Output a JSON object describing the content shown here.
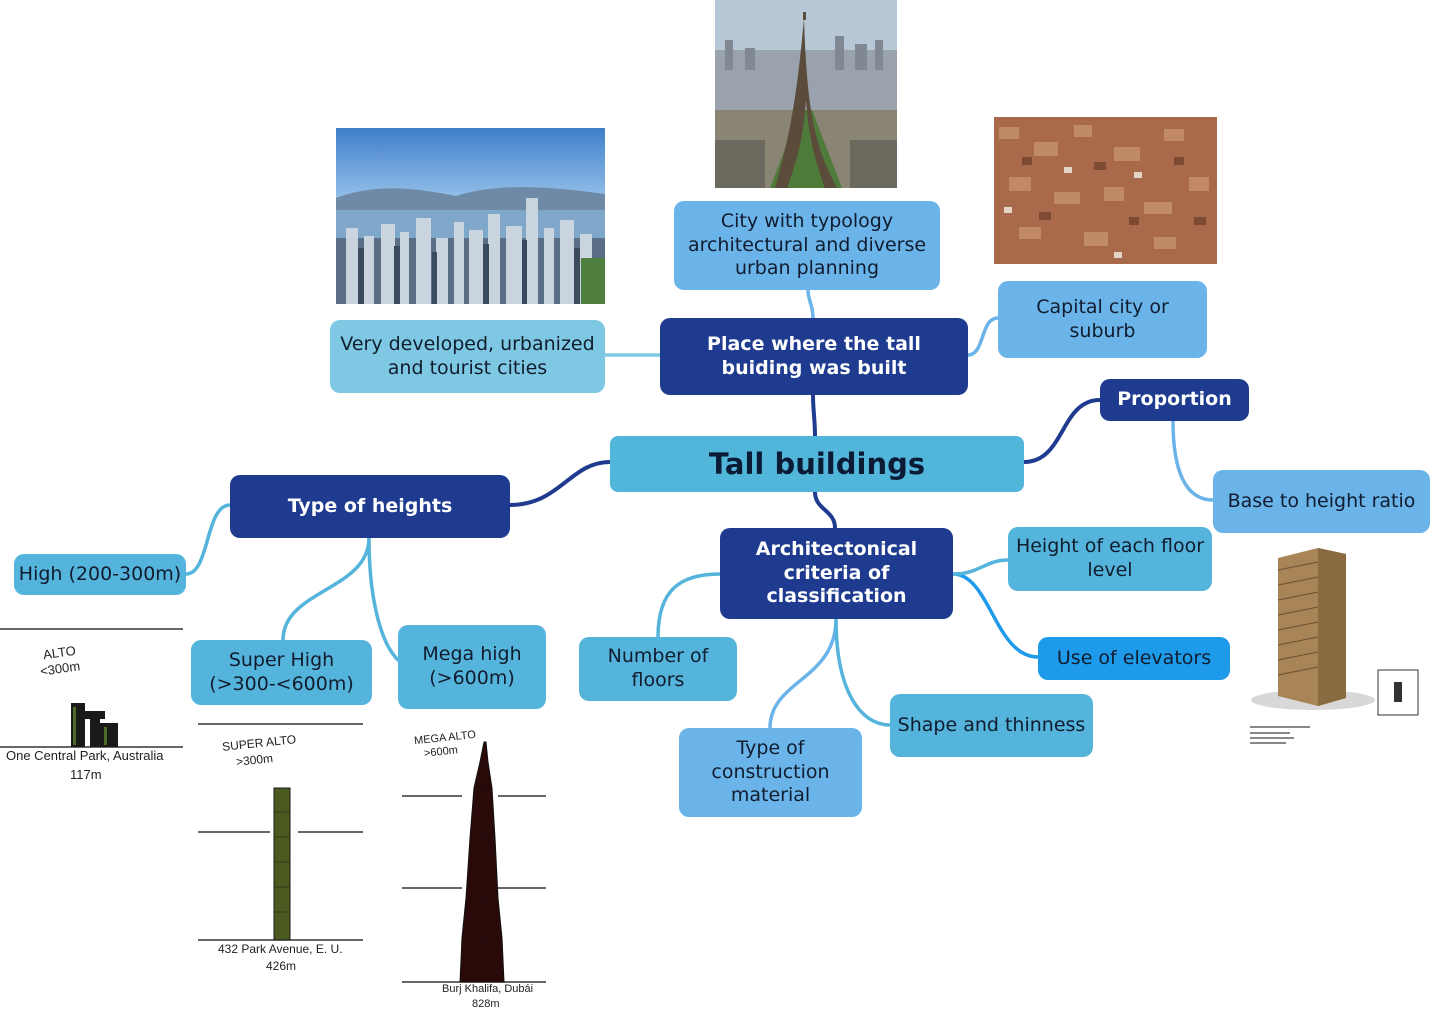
{
  "root": {
    "label": "Tall buildings"
  },
  "branches": {
    "place": {
      "label": "Place where the tall buiding was built",
      "children": {
        "typology": "City with typology architectural and diverse urban planning",
        "developed": "Very developed, urbanized and tourist cities",
        "capital": "Capital city or suburb"
      }
    },
    "proportion": {
      "label": "Proportion",
      "children": {
        "base_ratio": "Base to height ratio"
      }
    },
    "heights": {
      "label": "Type of heights",
      "children": {
        "high": "High (200-300m)",
        "super": "Super High (>300-<600m)",
        "mega": "Mega high (>600m)"
      }
    },
    "criteria": {
      "label": "Architectonical criteria of classification",
      "children": {
        "floors": "Number of floors",
        "material": "Type of construction material",
        "shape": "Shape and thinness",
        "elevators": "Use of elevators",
        "floor_height": "Height of each floor level"
      }
    }
  },
  "illustrations": {
    "alto": {
      "title": "ALTO",
      "limit": "<300m",
      "building": "One Central Park, Australia",
      "height": "117m"
    },
    "super_alto": {
      "title": "SUPER ALTO",
      "limit": ">300m",
      "building": "432 Park Avenue, E. U.",
      "height": "426m"
    },
    "mega_alto": {
      "title": "MEGA ALTO",
      "limit": ">600m",
      "building": "Burj Khalifa, Dubái",
      "height": "828m"
    }
  },
  "colors": {
    "root": "#51b6d9",
    "main": "#1e3b8f",
    "sub_blue": "#6ab4ea",
    "sub_cyan": "#7ec8e3",
    "sub_teal": "#55b4db",
    "sub_vivid": "#1d9bea"
  }
}
